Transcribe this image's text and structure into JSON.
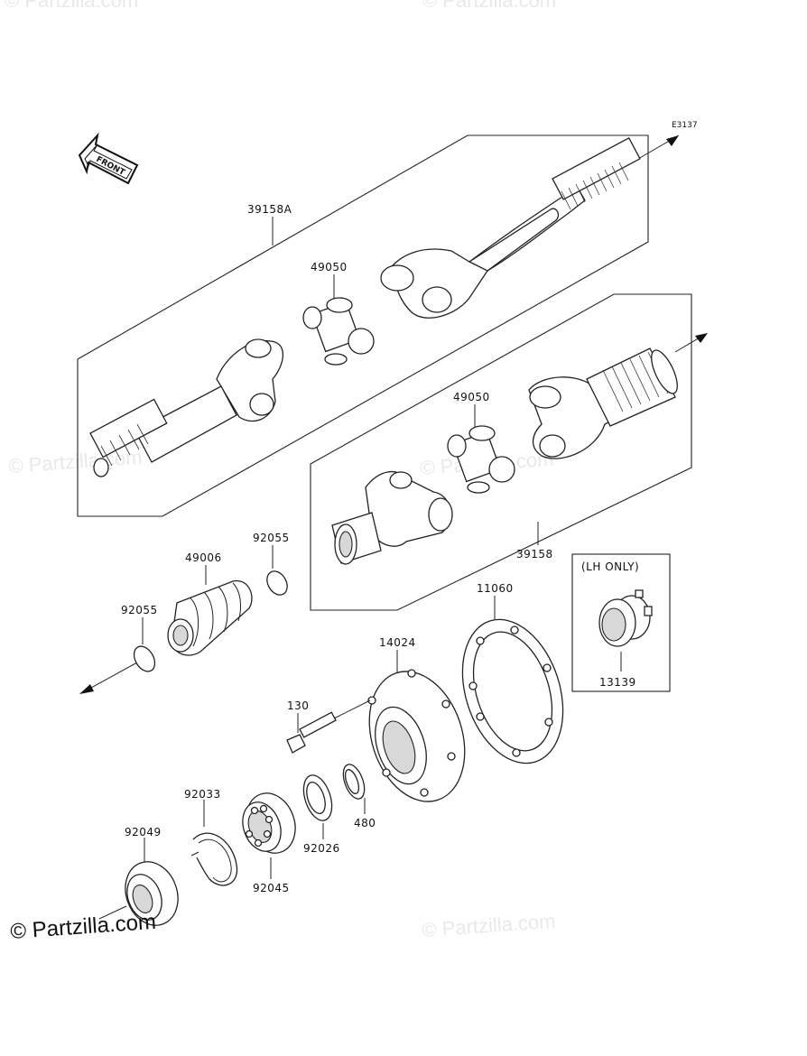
{
  "diagram": {
    "ref_code": "E3137",
    "front_label": "FRONT",
    "lh_only_label": "(LH ONLY)",
    "parts": {
      "p39158A": "39158A",
      "p49050a": "49050",
      "p49050b": "49050",
      "p39158": "39158",
      "p92055a": "92055",
      "p49006": "49006",
      "p92055b": "92055",
      "p11060": "11060",
      "p14024": "14024",
      "p13139": "13139",
      "p130": "130",
      "p92033": "92033",
      "p480": "480",
      "p92049": "92049",
      "p92026": "92026",
      "p92045": "92045"
    }
  },
  "watermark": {
    "text": "© Partzilla.com",
    "copyright": "© Partzilla.com"
  }
}
